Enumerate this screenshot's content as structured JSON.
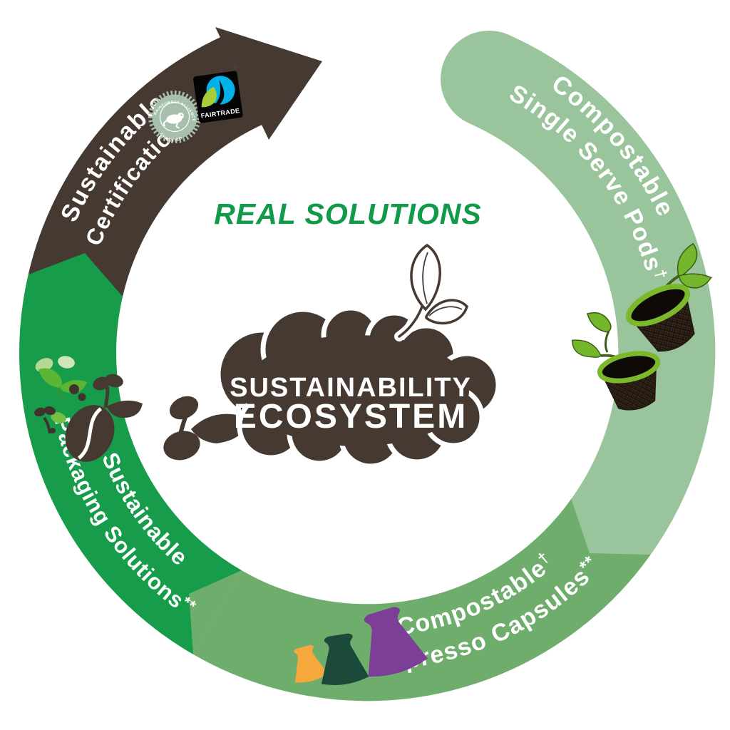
{
  "title": {
    "real_solutions": "REAL SOLUTIONS"
  },
  "center_cloud": {
    "line1": "SUSTAINABILITY",
    "line2": "ECOSYSTEM"
  },
  "segments": {
    "certifications": {
      "line1": "Sustainable",
      "line2": "Certifications"
    },
    "packaging": {
      "line1": "Sustainable",
      "line2": "Packaging Solutions",
      "line2_sup": "**"
    },
    "espresso": {
      "line1": "Compostable",
      "line1_sup": "†",
      "line2": "Espresso Capsules",
      "line2_sup": "**"
    },
    "pods": {
      "line1": "Compostable",
      "line2": "Single Serve Pods",
      "line2_sup": "†"
    }
  },
  "logos": {
    "fairtrade": {
      "label": "FAIRTRADE",
      "registered": "®"
    },
    "rainforest_alliance": {
      "arc_top": "RAINFOREST ALLIANCE",
      "arc_bottom": "CERTIFIED"
    }
  },
  "colors": {
    "certifications_band": "#453931",
    "packaging_band": "#169c4b",
    "espresso_band": "#6ead6c",
    "pods_band": "#9ac49c",
    "headline_green": "#119a49",
    "cloud_brown": "#453931",
    "capsule_orange": "#f6a83c",
    "capsule_dark_green": "#1b4a3a",
    "capsule_purple": "#7d3e97",
    "pod_rim_green": "#7cb82b",
    "leaf_green": "#74b72d",
    "fairtrade_blue": "#00b1ea",
    "fairtrade_green": "#a6ce39",
    "seal_sage": "#a7c0ad"
  }
}
